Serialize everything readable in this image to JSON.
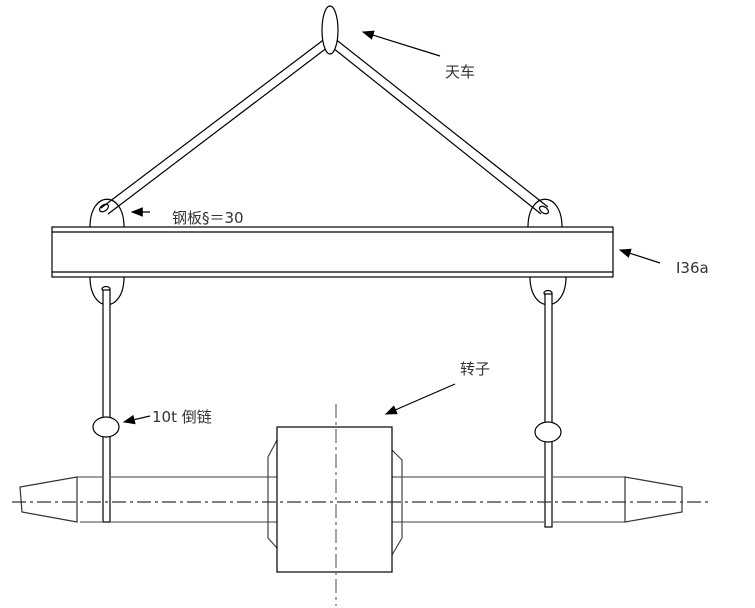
{
  "labels": {
    "crane": "天车",
    "steel_plate": "钢板§＝30",
    "beam": "I36a",
    "rotor": "转子",
    "chain_hoist": "10t 倒链"
  },
  "colors": {
    "line": "#000000",
    "centerline": "#555555",
    "text": "#333333"
  }
}
